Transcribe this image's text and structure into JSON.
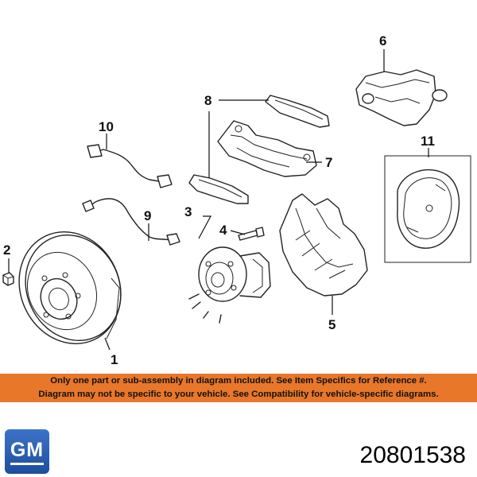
{
  "diagram": {
    "callouts": [
      "1",
      "2",
      "3",
      "4",
      "5",
      "6",
      "7",
      "8",
      "9",
      "10",
      "11"
    ]
  },
  "disclaimer": {
    "line1": "Only one part or sub-assembly in diagram included. See Item Specifics for Reference #.",
    "line2": "Diagram may not be specific to your vehicle. See Compatibility for vehicle-specific diagrams."
  },
  "brand": {
    "logo_text": "GM",
    "logo_color": "#2a5db0"
  },
  "part_number": "20801538",
  "colors": {
    "banner": "#e8772a",
    "line_art": "#222222"
  }
}
